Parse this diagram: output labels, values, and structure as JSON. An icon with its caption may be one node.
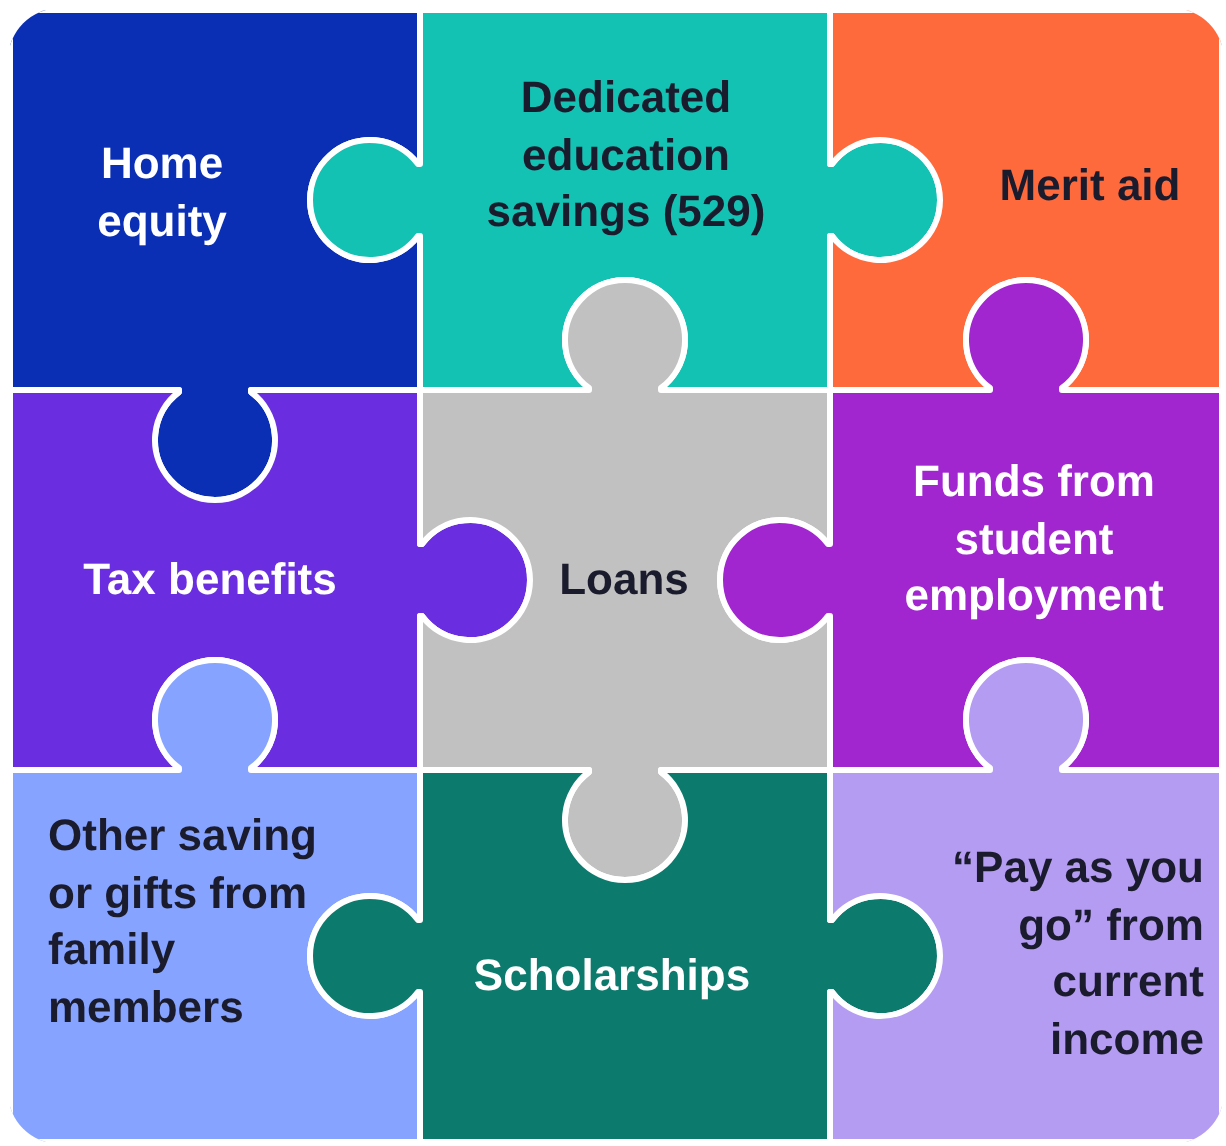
{
  "diagram": {
    "nodes": [
      {
        "text": [
          "Home equity"
        ]
      },
      {
        "text": [
          "Dedicated education savings (529)"
        ]
      },
      {
        "text": [
          "Merit aid"
        ]
      },
      {
        "text": [
          "Tax benefits"
        ]
      },
      {
        "text": [
          "Loans"
        ]
      },
      {
        "text": [
          "Funds from student employment"
        ]
      },
      {
        "text": [
          "Other saving or gifts from family members"
        ]
      },
      {
        "text": [
          "Scholarships"
        ]
      },
      {
        "text": [
          "“Pay as you go” from current income"
        ]
      }
    ]
  }
}
